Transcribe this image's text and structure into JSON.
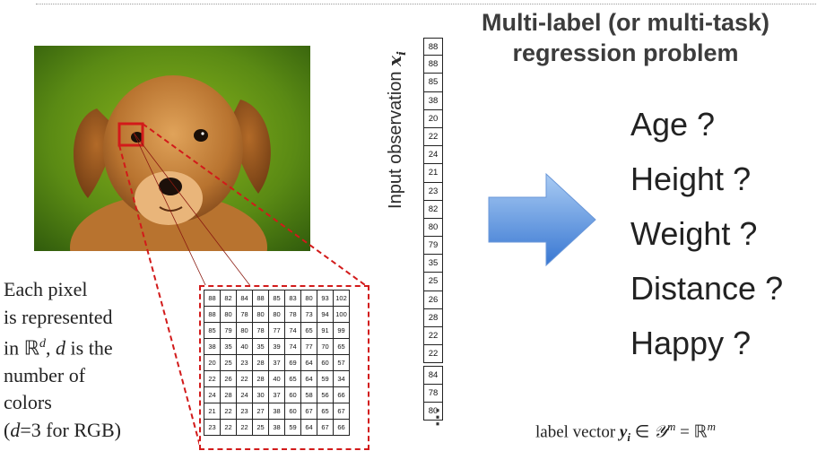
{
  "title": {
    "line1": "Multi-label (or multi-task)",
    "line2": "regression problem"
  },
  "caption": {
    "line1": "Each pixel",
    "line2": "is represented",
    "line3_prefix": "in ℝ",
    "line3_sup": "d",
    "line3_mid": ", ",
    "line3_var": "d",
    "line3_suffix": " is the",
    "line4": "number of",
    "line5": "colors",
    "line6_prefix": "(",
    "line6_var": "d",
    "line6_suffix": "=3 for RGB)"
  },
  "pixel_grid": {
    "rows": [
      [
        "88",
        "82",
        "84",
        "88",
        "85",
        "83",
        "80",
        "93",
        "102"
      ],
      [
        "88",
        "80",
        "78",
        "80",
        "80",
        "78",
        "73",
        "94",
        "100"
      ],
      [
        "85",
        "79",
        "80",
        "78",
        "77",
        "74",
        "65",
        "91",
        "99"
      ],
      [
        "38",
        "35",
        "40",
        "35",
        "39",
        "74",
        "77",
        "70",
        "65"
      ],
      [
        "20",
        "25",
        "23",
        "28",
        "37",
        "69",
        "64",
        "60",
        "57"
      ],
      [
        "22",
        "26",
        "22",
        "28",
        "40",
        "65",
        "64",
        "59",
        "34"
      ],
      [
        "24",
        "28",
        "24",
        "30",
        "37",
        "60",
        "58",
        "56",
        "66"
      ],
      [
        "21",
        "22",
        "23",
        "27",
        "38",
        "60",
        "67",
        "65",
        "67"
      ],
      [
        "23",
        "22",
        "22",
        "25",
        "38",
        "59",
        "64",
        "67",
        "66"
      ]
    ]
  },
  "input_vector": {
    "label": "Input observation ",
    "var": "x",
    "sub": "i",
    "values_a": [
      "88",
      "88",
      "85",
      "38",
      "20",
      "22",
      "24",
      "21",
      "23",
      "82",
      "80",
      "79",
      "35",
      "25",
      "26",
      "28",
      "22",
      "22"
    ],
    "values_b": [
      "84",
      "78",
      "80"
    ],
    "ellipsis": "⋮"
  },
  "tasks": [
    "Age ?",
    "Height ?",
    "Weight ?",
    "Distance ?",
    "Happy ?"
  ],
  "label_vector": {
    "prefix": "label vector ",
    "y": "y",
    "y_sub": "i",
    "in": " ∈ ",
    "script_y": "𝒴",
    "m_sup": "m",
    "eq": " = ℝ",
    "m_sup2": "m"
  },
  "colors": {
    "red_highlight": "#d21a1a",
    "arrow_fill_top": "#9ec3f0",
    "arrow_fill_bottom": "#3b79d4",
    "title_text": "#3c3c3c"
  },
  "icons": {
    "arrow": "right-arrow-icon",
    "photo": "puppy-photo"
  }
}
